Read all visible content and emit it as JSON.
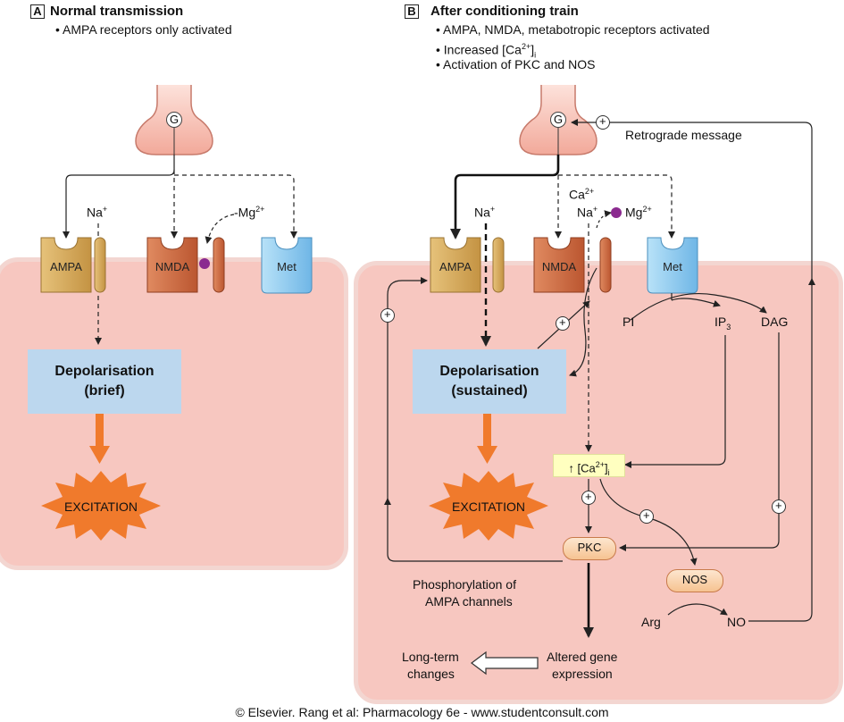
{
  "panel_a": {
    "letter": "A",
    "title": "Normal transmission",
    "bullets": [
      "• AMPA receptors only activated"
    ],
    "receptors": {
      "ampa": "AMPA",
      "nmda": "NMDA",
      "met": "Met"
    },
    "terminal_label": "G",
    "na": "Na",
    "na_sup": "+",
    "mg": "-Mg",
    "mg_sup": "2+",
    "depolarisation": [
      "Depolarisation",
      "(brief)"
    ],
    "excitation": "EXCITATION"
  },
  "panel_b": {
    "letter": "B",
    "title": "After conditioning train",
    "bullet_1": "• AMPA, NMDA, metabotropic receptors activated",
    "bullet_2": "• Increased [Ca",
    "bullet_2_sup": "2+",
    "bullet_2_end": "]",
    "bullet_2_sub": "i",
    "bullet_3": "• Activation of PKC and NOS",
    "terminal_label": "G",
    "retrograde": "Retrograde message",
    "receptors": {
      "ampa": "AMPA",
      "nmda": "NMDA",
      "met": "Met"
    },
    "na": "Na",
    "na2": "Na",
    "na_sup": "+",
    "ca": "Ca",
    "ca_sup": "2+",
    "mg": "Mg",
    "mg_sup": "2+",
    "depolarisation": [
      "Depolarisation",
      "(sustained)"
    ],
    "excitation": "EXCITATION",
    "pi": "PI",
    "ip": "IP",
    "ip_sub": "3",
    "dag": "DAG",
    "ca_box": "↑ [Ca",
    "ca_box_sup": "2+",
    "ca_box_end": "]",
    "ca_box_sub": "i",
    "pkc": "PKC",
    "nos": "NOS",
    "arg": "Arg",
    "no": "NO",
    "phospho": [
      "Phosphorylation of",
      "AMPA channels"
    ],
    "altered": [
      "Altered gene",
      "expression"
    ],
    "long_term": [
      "Long-term",
      "changes"
    ],
    "plus": "+"
  },
  "footer": "© Elsevier. Rang et al: Pharmacology 6e - www.studentconsult.com",
  "colors": {
    "cell": "#f7c7c0",
    "depolarisation": "#bcd7ee",
    "excitation": "#f07a2c",
    "ampa": "#cfa45a",
    "nmda": "#c9673e",
    "met": "#8cc9ee",
    "terminal": "#f6c1b6",
    "mg_dot": "#8b2a8f"
  }
}
